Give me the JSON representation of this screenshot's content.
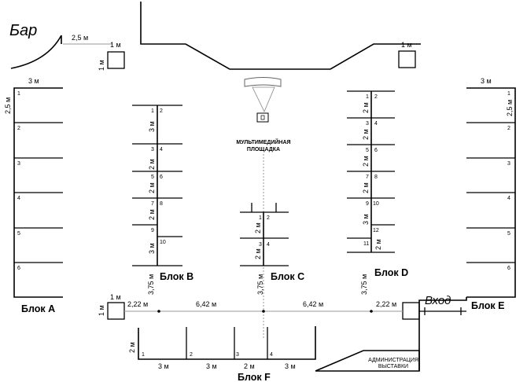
{
  "labels": {
    "bar": "Бар",
    "entrance": "Вход",
    "multimedia_line1": "МУЛЬТИМЕДИЙНАЯ",
    "multimedia_line2": "ПЛОЩАДКА",
    "admin_line1": "АДМИНИСТРАЦИЯ",
    "admin_line2": "ВЫСТАВКИ"
  },
  "blocks": {
    "a": "Блок A",
    "b": "Блок B",
    "c": "Блок C",
    "d": "Блок D",
    "e": "Блок E",
    "f": "Блок F"
  },
  "dims": {
    "d2_5m": "2,5 м",
    "d1m": "1 м",
    "d3m": "3 м",
    "d2m": "2 м",
    "d3_75m": "3,75 м",
    "d6_42m": "6,42 м",
    "d2_22m": "2,22 м"
  },
  "stands": {
    "a": [
      "1",
      "2",
      "3",
      "4",
      "5",
      "6"
    ],
    "b": [
      "1",
      "2",
      "3",
      "4",
      "5",
      "6",
      "7",
      "8",
      "9",
      "10"
    ],
    "c": [
      "1",
      "2",
      "3",
      "4"
    ],
    "d": [
      "1",
      "2",
      "3",
      "4",
      "5",
      "6",
      "7",
      "8",
      "9",
      "10",
      "11",
      "12"
    ],
    "e": [
      "1",
      "2",
      "3",
      "4",
      "5",
      "6"
    ],
    "f": [
      "1",
      "2",
      "3",
      "4"
    ]
  }
}
